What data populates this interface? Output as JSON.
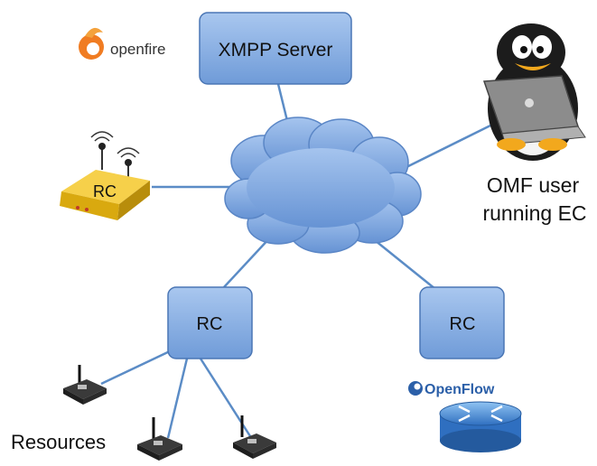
{
  "nodes": {
    "xmpp_server": "XMPP Server",
    "rc_router": "RC",
    "rc_center": "RC",
    "rc_openflow": "RC"
  },
  "labels": {
    "omf_user_line1": "OMF user",
    "omf_user_line2": "running EC",
    "resources": "Resources"
  },
  "logos": {
    "openfire": "openfire",
    "openflow": "OpenFlow"
  },
  "icons": [
    "openfire-logo-icon",
    "cloud-icon",
    "wireless-router-icon",
    "penguin-laptop-icon",
    "sensor-board-icon",
    "openflow-logo-icon",
    "network-router-icon"
  ],
  "colors": {
    "box_fill": "#86aee3",
    "box_stroke": "#4a76b5",
    "link": "#5b8cc6",
    "cloud_fill": "#7ea6dd",
    "router_yellow": "#f0c419",
    "openfire_orange": "#f07c22"
  }
}
